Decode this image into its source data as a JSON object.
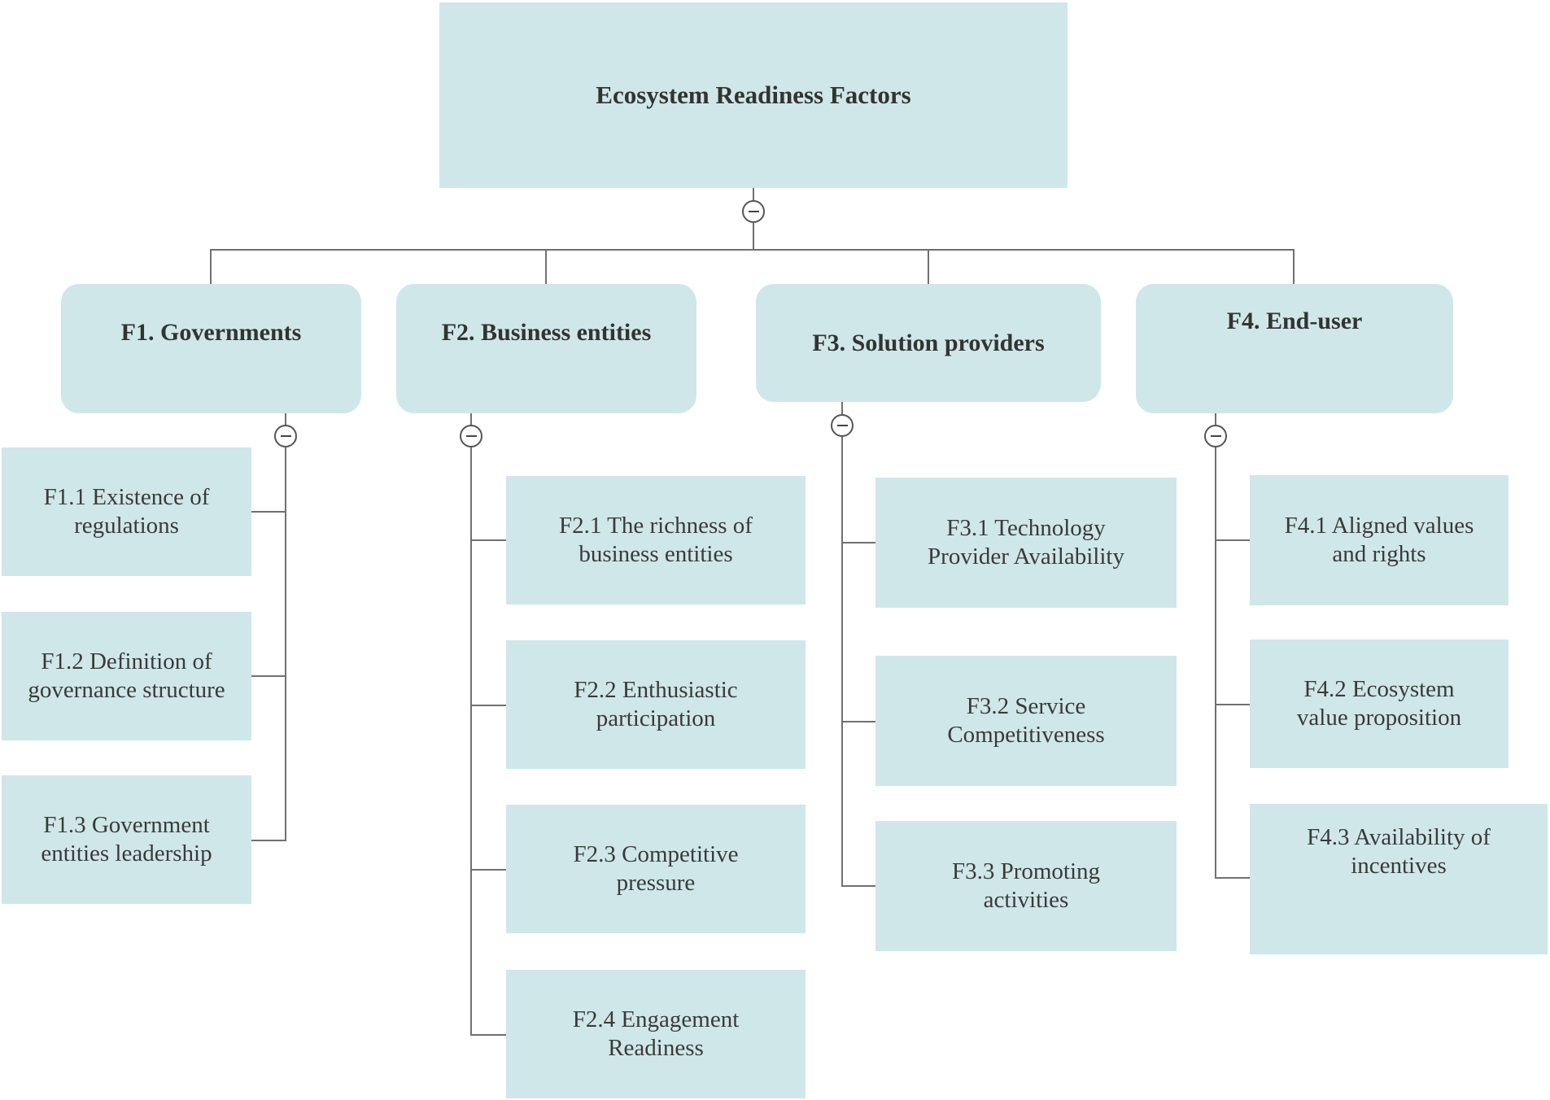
{
  "diagram": {
    "root": {
      "label": "Ecosystem Readiness Factors"
    },
    "categories": [
      {
        "label": "F1. Governments",
        "children": [
          {
            "lines": [
              "F1.1 Existence of",
              "regulations"
            ]
          },
          {
            "lines": [
              "F1.2 Definition of",
              "governance structure"
            ]
          },
          {
            "lines": [
              "F1.3 Government",
              "entities leadership"
            ]
          }
        ]
      },
      {
        "label": "F2. Business entities",
        "children": [
          {
            "lines": [
              "F2.1 The richness of",
              "business entities"
            ]
          },
          {
            "lines": [
              "F2.2 Enthusiastic",
              "participation"
            ]
          },
          {
            "lines": [
              "F2.3 Competitive",
              "pressure"
            ]
          },
          {
            "lines": [
              "F2.4 Engagement",
              "Readiness"
            ]
          }
        ]
      },
      {
        "label": "F3. Solution providers",
        "children": [
          {
            "lines": [
              "F3.1 Technology",
              "Provider Availability"
            ]
          },
          {
            "lines": [
              "F3.2 Service",
              "Competitiveness"
            ]
          },
          {
            "lines": [
              "F3.3 Promoting",
              "activities"
            ]
          }
        ]
      },
      {
        "label": "F4. End-user",
        "children": [
          {
            "lines": [
              "F4.1 Aligned values",
              "and rights"
            ]
          },
          {
            "lines": [
              "F4.2 Ecosystem",
              "value proposition"
            ]
          },
          {
            "lines": [
              "F4.3 Availability of",
              "incentives"
            ]
          }
        ]
      }
    ],
    "colors": {
      "node_fill": "#cfe7e9",
      "connector": "#707070",
      "text": "#333333"
    },
    "icons": {
      "toggle": "collapse-minus-icon"
    }
  }
}
